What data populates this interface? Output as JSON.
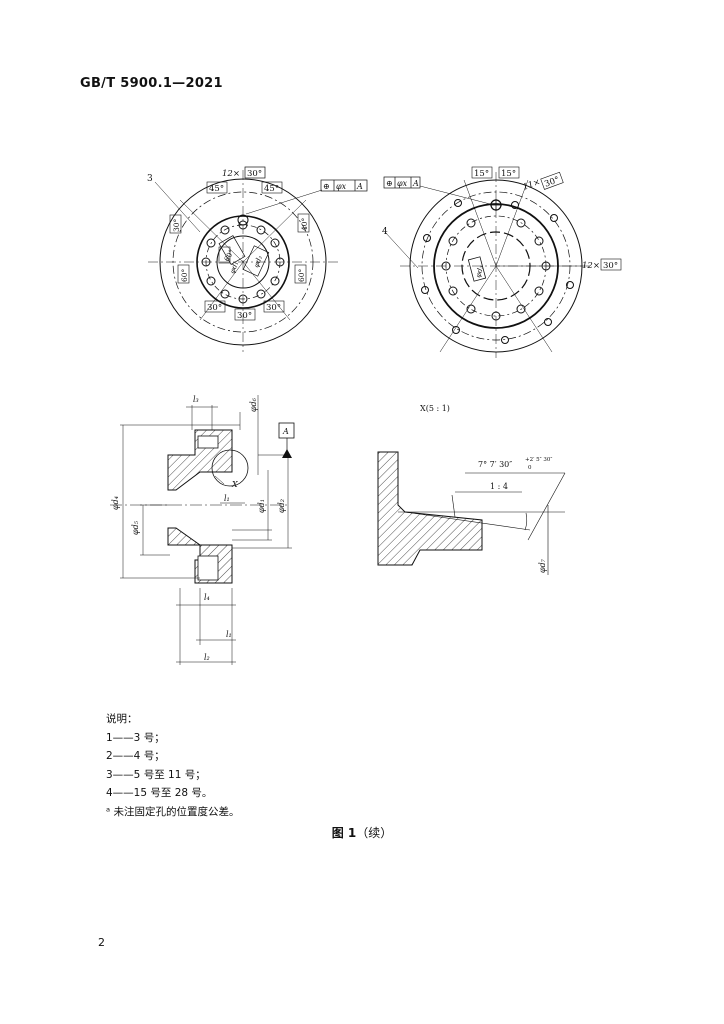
{
  "header": {
    "standard_code": "GB/T 5900.1—2021"
  },
  "figure": {
    "callouts": {
      "c3": "3",
      "c4": "4"
    },
    "left_view": {
      "angle_labels": [
        "45°",
        "45°",
        "30°",
        "60°",
        "60°",
        "30°",
        "30°",
        "30°",
        "60°",
        "40°"
      ],
      "hole_pattern": "12×",
      "hole_pattern_angle": "30°",
      "tolerance_frame": [
        "⊕",
        "φx",
        "A"
      ],
      "inner_dims": [
        "φd₁",
        "φd₂"
      ]
    },
    "right_view": {
      "angle_labels": [
        "15°",
        "15°"
      ],
      "hole_pattern_top": "11×",
      "hole_pattern_top_angle": "30°",
      "hole_pattern_right": "12×",
      "hole_pattern_right_angle": "30°",
      "tolerance_frame": [
        "⊕",
        "φx",
        "A"
      ],
      "inner_dim": "φd₃"
    },
    "section_view": {
      "dims": [
        "l₃",
        "φd₆",
        "A",
        "X",
        "φd₄",
        "φd₅",
        "l₁",
        "φd₁",
        "φd₂",
        "l₄",
        "l₁",
        "l₂"
      ]
    },
    "detail_view": {
      "title": "X(5 : 1)",
      "angle": "7° 7′ 30″",
      "angle_tol_upper": "+2′ 5″ 30″",
      "angle_tol_lower": "0",
      "taper": "1 : 4",
      "dim": "φd₇"
    }
  },
  "legend": {
    "title": "说明：",
    "items": [
      "1——3 号；",
      "2——4 号；",
      "3——5 号至 11 号；",
      "4——15 号至 28 号。"
    ],
    "footnote": "ᵃ 未注固定孔的位置度公差。"
  },
  "caption": {
    "number": "图 1",
    "suffix": "（续）"
  },
  "page_number": "2"
}
